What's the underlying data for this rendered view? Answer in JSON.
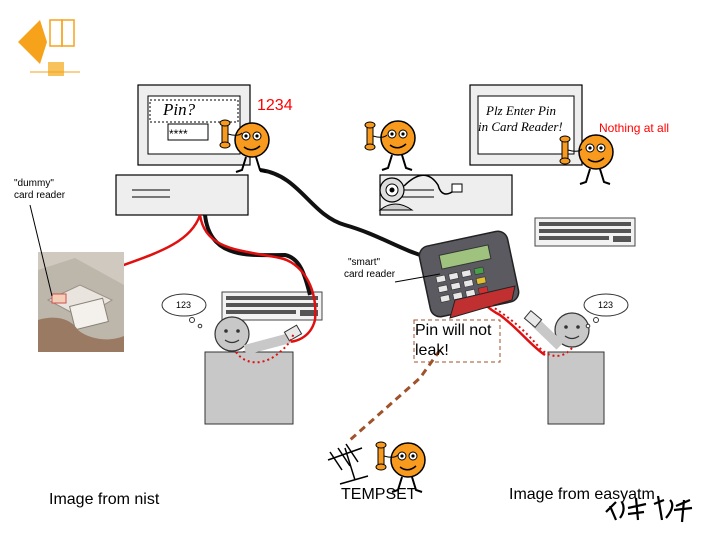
{
  "labels": {
    "pin_prompt": "Pin?",
    "pin_masked": "****",
    "pin_typed": "1234",
    "plz_enter_line1": "Plz Enter Pin",
    "plz_enter_line2": "in Card Reader!",
    "nothing_at_all": "Nothing at all",
    "dummy_line1": "\"dummy\"",
    "dummy_line2": "card reader",
    "smart_line1": "\"smart\"",
    "smart_line2": "card reader",
    "thought_left": "123",
    "thought_right": "123",
    "pin_not_leak_line1": "Pin will not",
    "pin_not_leak_line2": "leak!",
    "caption_nist": "Image from nist",
    "caption_tempset": "TEMPSET",
    "caption_easyatm": "Image from easyatm"
  },
  "colors": {
    "accent_red": "#ff0000",
    "cable_red": "#e01010",
    "leak_brown": "#a0522d",
    "face_orange": "#f79a1e",
    "monitor_gray": "#eeeeee",
    "person_gray": "#c8c8c8"
  },
  "icons": [
    "university-logo-icon",
    "phone-face-icon",
    "webcam-icon",
    "antenna-icon",
    "keyboard-icon",
    "smiley-icon",
    "hand-icon"
  ]
}
